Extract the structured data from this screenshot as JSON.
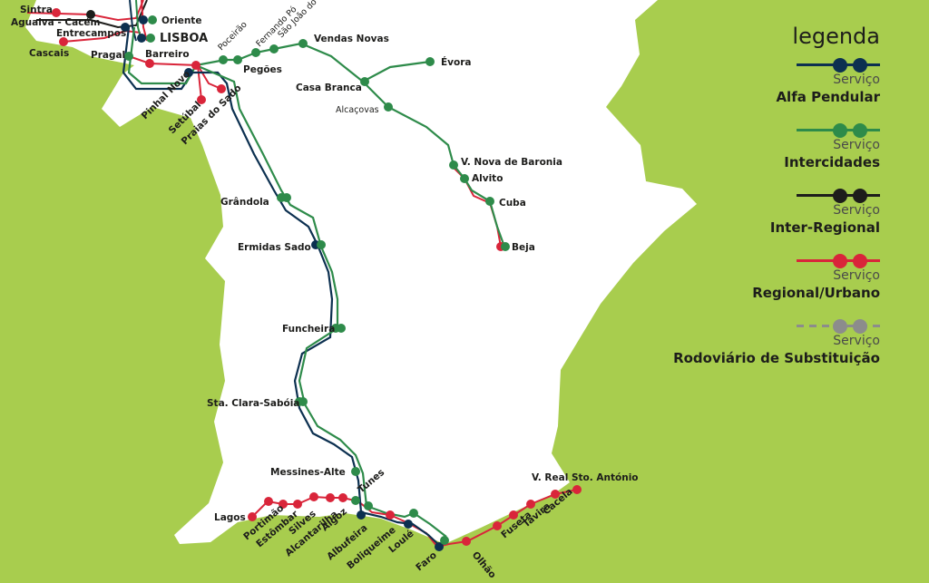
{
  "legend": {
    "title": "legenda",
    "items": [
      {
        "prefix": "Serviço",
        "name": "Alfa Pendular",
        "color": "#0c3050",
        "dashed": false
      },
      {
        "prefix": "Serviço",
        "name": "Intercidades",
        "color": "#2e8b4a",
        "dashed": false
      },
      {
        "prefix": "Serviço",
        "name": "Inter-Regional",
        "color": "#1d1d1b",
        "dashed": false
      },
      {
        "prefix": "Serviço",
        "name": "Regional/Urbano",
        "color": "#d9253a",
        "dashed": false
      },
      {
        "prefix": "Serviço",
        "name": "Rodoviário de Substituição",
        "color": "#8c8c8c",
        "dashed": true
      }
    ]
  },
  "stations": {
    "sintra": "Sintra",
    "agualva": "Agualva - Cacém",
    "entrecampos": "Entrecampos",
    "cascais": "Cascais",
    "oriente": "Oriente",
    "lisboa": "LISBOA",
    "pragal": "Pragal",
    "barreiro": "Barreiro",
    "pocerao": "Poceirão",
    "fernando_po": "Fernando Pó",
    "sao_joao": "São João do",
    "vendas_novas": "Vendas Novas",
    "evora": "Évora",
    "pegoes": "Pegões",
    "casa_branca": "Casa Branca",
    "alcacovas": "Alcaçovas",
    "pinhal_novo": "Pinhal Novo",
    "setubal": "Setúbal",
    "praias_sado": "Praias do Sado",
    "v_nova_baronia": "V. Nova de Baronia",
    "alvito": "Alvito",
    "cuba": "Cuba",
    "beja": "Beja",
    "grandola": "Grândola",
    "ermidas": "Ermidas Sado",
    "funcheira": "Funcheira",
    "sta_clara": "Sta. Clara-Sabóia",
    "messines": "Messines-Alte",
    "tunes": "Tunes",
    "lagos": "Lagos",
    "portimao": "Portimão",
    "estombar": "Estômbar",
    "silves": "Silves",
    "alcantarilha": "Alcantarilha",
    "algoz": "Algoz",
    "albufeira": "Albufeira",
    "boliqueime": "Boliqueime",
    "loule": "Loulé",
    "faro": "Faro",
    "olhao": "Olhão",
    "fuseta": "Fuseta",
    "tavira": "Tavira",
    "cacela": "Cacela",
    "vrsa": "V. Real Sto. António"
  }
}
